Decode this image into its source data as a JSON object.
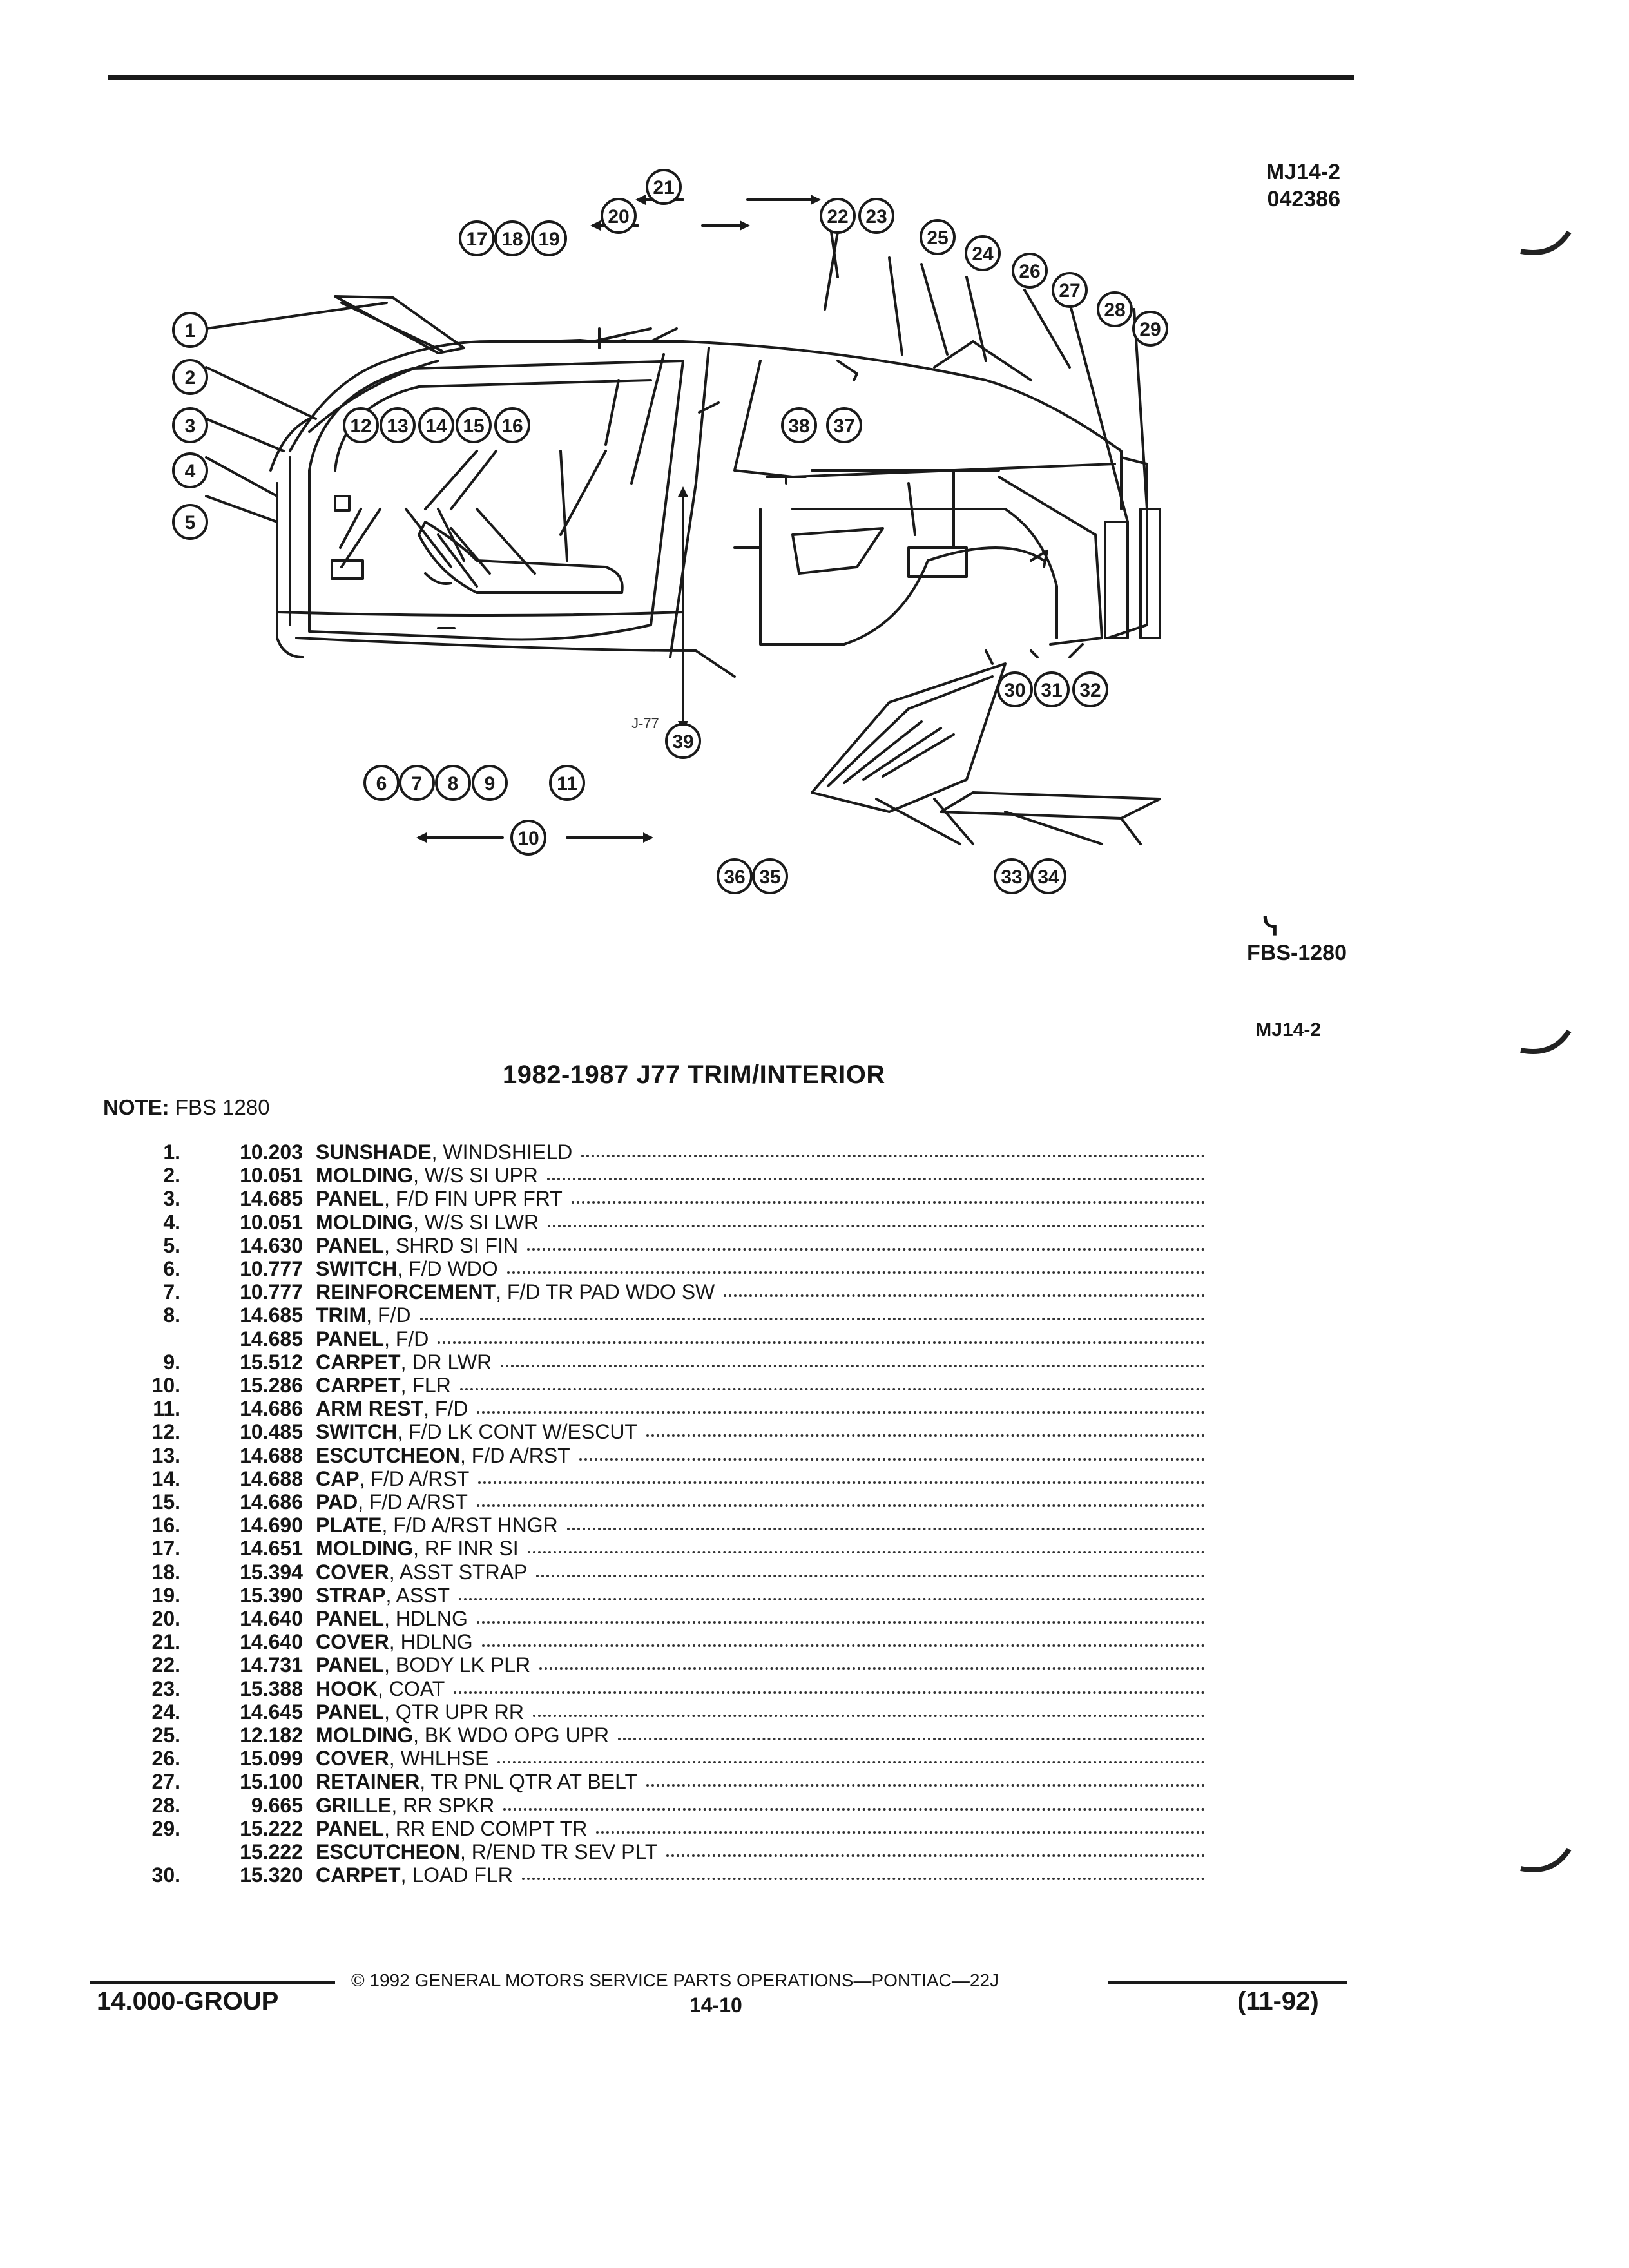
{
  "header": {
    "fig_code": "MJ14-2",
    "fig_number": "042386",
    "fbs_code": "FBS-1280",
    "section_ref": "MJ14-2",
    "illustration_label": "J-77"
  },
  "callouts": [
    "1",
    "2",
    "3",
    "4",
    "5",
    "6",
    "7",
    "8",
    "9",
    "10",
    "11",
    "12",
    "13",
    "14",
    "15",
    "16",
    "17",
    "18",
    "19",
    "20",
    "21",
    "22",
    "23",
    "24",
    "25",
    "26",
    "27",
    "28",
    "29",
    "30",
    "31",
    "32",
    "33",
    "34",
    "35",
    "36",
    "37",
    "38",
    "39"
  ],
  "title": "1982-1987 J77 TRIM/INTERIOR",
  "note": {
    "label": "NOTE:",
    "text": "FBS 1280"
  },
  "parts": [
    {
      "num": "1.",
      "code": "10.203",
      "name": "SUNSHADE",
      "desc": ", WINDSHIELD"
    },
    {
      "num": "2.",
      "code": "10.051",
      "name": "MOLDING",
      "desc": ", W/S SI UPR"
    },
    {
      "num": "3.",
      "code": "14.685",
      "name": "PANEL",
      "desc": ", F/D FIN UPR FRT"
    },
    {
      "num": "4.",
      "code": "10.051",
      "name": "MOLDING",
      "desc": ", W/S SI LWR"
    },
    {
      "num": "5.",
      "code": "14.630",
      "name": "PANEL",
      "desc": ", SHRD SI FIN"
    },
    {
      "num": "6.",
      "code": "10.777",
      "name": "SWITCH",
      "desc": ", F/D WDO"
    },
    {
      "num": "7.",
      "code": "10.777",
      "name": "REINFORCEMENT",
      "desc": ", F/D TR PAD WDO SW"
    },
    {
      "num": "8.",
      "code": "14.685",
      "name": "TRIM",
      "desc": ", F/D"
    },
    {
      "num": "",
      "code": "14.685",
      "name": "PANEL",
      "desc": ", F/D"
    },
    {
      "num": "9.",
      "code": "15.512",
      "name": "CARPET",
      "desc": ", DR LWR"
    },
    {
      "num": "10.",
      "code": "15.286",
      "name": "CARPET",
      "desc": ", FLR"
    },
    {
      "num": "11.",
      "code": "14.686",
      "name": "ARM REST",
      "desc": ", F/D"
    },
    {
      "num": "12.",
      "code": "10.485",
      "name": "SWITCH",
      "desc": ", F/D LK CONT W/ESCUT"
    },
    {
      "num": "13.",
      "code": "14.688",
      "name": "ESCUTCHEON",
      "desc": ", F/D A/RST"
    },
    {
      "num": "14.",
      "code": "14.688",
      "name": "CAP",
      "desc": ", F/D A/RST"
    },
    {
      "num": "15.",
      "code": "14.686",
      "name": "PAD",
      "desc": ", F/D A/RST"
    },
    {
      "num": "16.",
      "code": "14.690",
      "name": "PLATE",
      "desc": ", F/D A/RST HNGR"
    },
    {
      "num": "17.",
      "code": "14.651",
      "name": "MOLDING",
      "desc": ", RF INR SI"
    },
    {
      "num": "18.",
      "code": "15.394",
      "name": "COVER",
      "desc": ", ASST STRAP"
    },
    {
      "num": "19.",
      "code": "15.390",
      "name": "STRAP",
      "desc": ", ASST"
    },
    {
      "num": "20.",
      "code": "14.640",
      "name": "PANEL",
      "desc": ", HDLNG"
    },
    {
      "num": "21.",
      "code": "14.640",
      "name": "COVER",
      "desc": ", HDLNG"
    },
    {
      "num": "22.",
      "code": "14.731",
      "name": "PANEL",
      "desc": ", BODY LK PLR"
    },
    {
      "num": "23.",
      "code": "15.388",
      "name": "HOOK",
      "desc": ", COAT"
    },
    {
      "num": "24.",
      "code": "14.645",
      "name": "PANEL",
      "desc": ", QTR UPR RR"
    },
    {
      "num": "25.",
      "code": "12.182",
      "name": "MOLDING",
      "desc": ", BK WDO OPG UPR"
    },
    {
      "num": "26.",
      "code": "15.099",
      "name": "COVER",
      "desc": ", WHLHSE"
    },
    {
      "num": "27.",
      "code": "15.100",
      "name": "RETAINER",
      "desc": ", TR PNL QTR AT BELT"
    },
    {
      "num": "28.",
      "code": "9.665",
      "name": "GRILLE",
      "desc": ", RR SPKR"
    },
    {
      "num": "29.",
      "code": "15.222",
      "name": "PANEL",
      "desc": ", RR END COMPT TR"
    },
    {
      "num": "",
      "code": "15.222",
      "name": "ESCUTCHEON",
      "desc": ", R/END TR SEV PLT"
    },
    {
      "num": "30.",
      "code": "15.320",
      "name": "CARPET",
      "desc": ", LOAD FLR"
    }
  ],
  "footer": {
    "copyright": "© 1992 GENERAL MOTORS SERVICE PARTS OPERATIONS—PONTIAC—22J",
    "group": "14.000-GROUP",
    "page": "14-10",
    "date_code": "(11-92)"
  }
}
